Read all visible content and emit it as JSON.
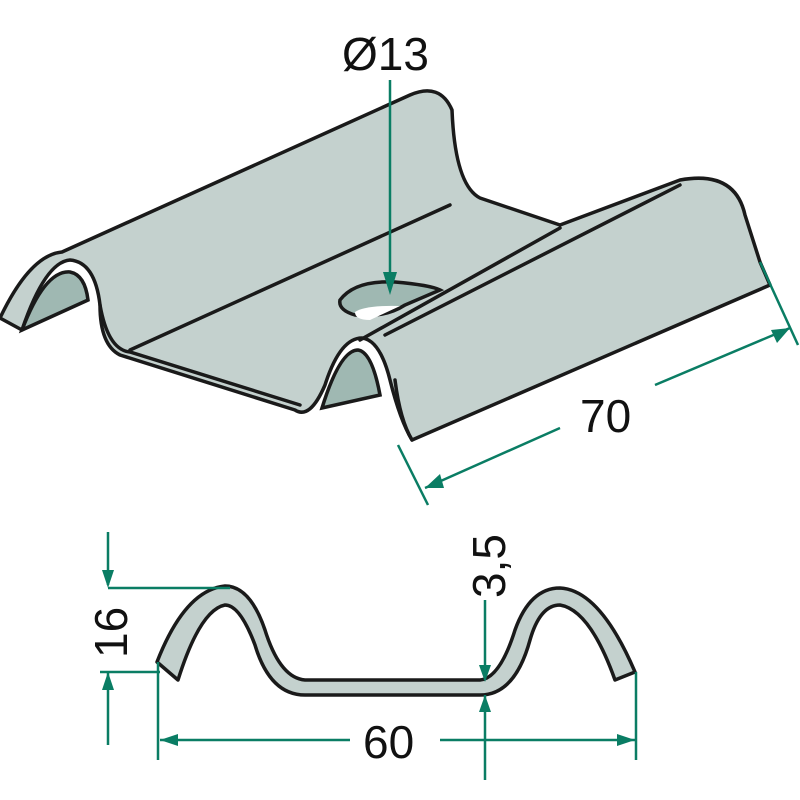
{
  "colors": {
    "part": "#c4d1ce",
    "shadow": "#9fb8b2",
    "outline": "#1a1a1a",
    "dimension": "#0a7d64"
  },
  "dimensions": {
    "hole_diameter": "Ø13",
    "length": "70",
    "thickness": "3,5",
    "height": "16",
    "width": "60"
  }
}
